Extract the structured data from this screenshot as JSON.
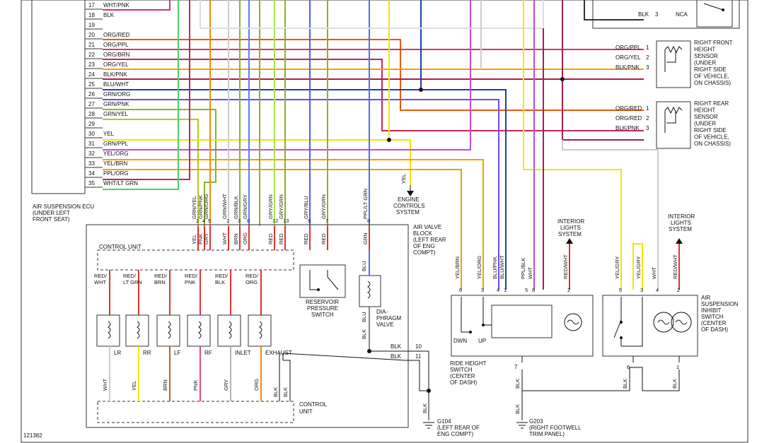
{
  "ecu": {
    "label_lines": [
      "AIR SUSPENSION ECU",
      "(UNDER LEFT",
      "FRONT SEAT)"
    ],
    "pins": [
      {
        "num": "17",
        "wire": "WHT/PNK",
        "color": "#d6336c"
      },
      {
        "num": "18",
        "wire": "BLK",
        "color": "#333333"
      },
      {
        "num": "19",
        "wire": "",
        "color": "#cccccc"
      },
      {
        "num": "20",
        "wire": "ORG/RED",
        "color": "#e8590c"
      },
      {
        "num": "21",
        "wire": "ORG/PPL",
        "color": "#d6336c"
      },
      {
        "num": "22",
        "wire": "ORG/BRN",
        "color": "#c2255c"
      },
      {
        "num": "23",
        "wire": "ORG/YEL",
        "color": "#f59f00"
      },
      {
        "num": "24",
        "wire": "BLK/PNK",
        "color": "#a61e4d"
      },
      {
        "num": "25",
        "wire": "BLU/WHT",
        "color": "#1c3faa"
      },
      {
        "num": "26",
        "wire": "GRN/ORG",
        "color": "#7048e8"
      },
      {
        "num": "27",
        "wire": "GRN/PNK",
        "color": "#8ab326"
      },
      {
        "num": "28",
        "wire": "GRN/YEL",
        "color": "#b7c90f"
      },
      {
        "num": "29",
        "wire": "",
        "color": "#cccccc"
      },
      {
        "num": "30",
        "wire": "YEL",
        "color": "#f2e600"
      },
      {
        "num": "31",
        "wire": "GRN/PPL",
        "color": "#be4bdb"
      },
      {
        "num": "32",
        "wire": "YEL/ORG",
        "color": "#f59f00"
      },
      {
        "num": "33",
        "wire": "YEL/BRN",
        "color": "#e8a400"
      },
      {
        "num": "34",
        "wire": "PPL/ORG",
        "color": "#c2255c"
      },
      {
        "num": "35",
        "wire": "WHT/LT GRN",
        "color": "#51cf66"
      }
    ]
  },
  "valve_block": {
    "label_lines": [
      "AIR VALVE",
      "BLOCK",
      "(LEFT REAR",
      "OF ENG",
      "COMPT)"
    ],
    "control_unit_top": "CONTROL UNIT",
    "control_unit_bottom": [
      "CONTROL",
      "UNIT"
    ],
    "top_pins": [
      {
        "num": "2",
        "wire": "GRN/YEL",
        "short": "YEL"
      },
      {
        "num": "4",
        "wire": "GRN/PNK",
        "short": "PNK"
      },
      {
        "num": "5",
        "wire": "GRN/ORG",
        "short": "GRY"
      },
      {
        "num": "1",
        "wire": "GRN/WHT",
        "short": "WHT"
      },
      {
        "num": "3",
        "wire": "GRN/BLK",
        "short": "BRN"
      },
      {
        "num": "6",
        "wire": "GRN/GRY",
        "short": "ORG"
      },
      {
        "num": "12",
        "wire": "GRY/GRN",
        "short": "RED"
      },
      {
        "num": "13",
        "wire": "GRY/GRN",
        "short": "RED"
      },
      {
        "num": "9",
        "wire": "GRY/BLU",
        "short": "RED"
      },
      {
        "num": "7",
        "wire": "GRY/GRN",
        "short": "RED"
      },
      {
        "num": "8",
        "wire": "PPL/LT GRN",
        "short": "GRN"
      }
    ],
    "valves": [
      {
        "upper": [
          "RED/",
          "WHT"
        ],
        "name": "LR",
        "lower": "WHT"
      },
      {
        "upper": [
          "RED/",
          "LT GRN"
        ],
        "name": "RR",
        "lower": "YEL"
      },
      {
        "upper": [
          "RED/",
          "BRN"
        ],
        "name": "LF",
        "lower": "BRN"
      },
      {
        "upper": [
          "RED/",
          "PNK"
        ],
        "name": "RF",
        "lower": "PNK"
      },
      {
        "upper": [
          "RED/",
          "BLK"
        ],
        "name": "INLET",
        "lower": "GRY"
      },
      {
        "upper": [
          "RED/",
          "ORG"
        ],
        "name": "EXHAUST",
        "lower": "ORG"
      }
    ],
    "reservoir_label": [
      "RESERVOIR",
      "PRESSURE",
      "SWITCH"
    ],
    "diaphragm_label": [
      "DIA-",
      "PHRAGM",
      "VALVE"
    ],
    "diaphragm_wires": [
      "BLU",
      "BLU",
      "BLK"
    ],
    "out_pins": [
      {
        "num": "10",
        "wire": "BLK"
      },
      {
        "num": "11",
        "wire": "BLK"
      }
    ],
    "bottom_blk": [
      "BLK",
      "BLK"
    ]
  },
  "engine_controls": {
    "wire": "YEL",
    "label_lines": [
      "ENGINE",
      "CONTROLS",
      "SYSTEM"
    ]
  },
  "sensors": [
    {
      "label_lines": [
        "RIGHT FRONT",
        "HEIGHT",
        "SENSOR",
        "(UNDER",
        "RIGHT SIDE",
        "OF VEHICLE,",
        "ON CHASSIS)"
      ],
      "pins": [
        {
          "wire": "ORG/PPL",
          "num": "1"
        },
        {
          "wire": "ORG/YEL",
          "num": "2"
        },
        {
          "wire": "BLK/PNK",
          "num": "3"
        }
      ]
    },
    {
      "label_lines": [
        "RIGHT REAR",
        "HEIGHT",
        "SENSOR",
        "(UNDER",
        "RIGHT SIDE",
        "OF VEHICLE,",
        "ON CHASSIS)"
      ],
      "pins": [
        {
          "wire": "ORG/RED",
          "num": "1"
        },
        {
          "wire": "ORG/RED",
          "num": "2"
        },
        {
          "wire": "BLK/PNK",
          "num": "3"
        }
      ]
    }
  ],
  "top_right": {
    "wire": "BLK",
    "num": "3",
    "label": "NCA"
  },
  "ride_switch": {
    "label_lines": [
      "RIDE HEIGHT",
      "SWITCH",
      "(CENTER",
      "OF DASH)"
    ],
    "pins": [
      {
        "wire": "YEL/BRN",
        "num": "6"
      },
      {
        "wire": "YEL/ORG",
        "num": "3"
      },
      {
        "wire": "BLU/PNK",
        "num": "4"
      },
      {
        "wire": "BLU/WHT",
        "num": "1"
      },
      {
        "wire": "PPL/BLK",
        "num": "5"
      },
      {
        "wire": "WHT",
        "num": "8"
      },
      {
        "wire": "RED/WHT",
        "num": "2"
      }
    ],
    "positions": [
      "DWN",
      "UP"
    ],
    "ground_pin": "7",
    "ground_wire": [
      "BLK",
      "BLK"
    ]
  },
  "inhibit_switch": {
    "label_lines": [
      "AIR",
      "SUSPENSION",
      "INHIBIT",
      "SWITCH",
      "(CENTER",
      "OF DASH)"
    ],
    "pins": [
      {
        "wire": "YEL/GRY",
        "num": "5"
      },
      {
        "wire": "YEL/GRY",
        "num": "3"
      },
      {
        "wire": "WHT",
        "num": "4"
      },
      {
        "wire": "RED/WHT",
        "num": "2"
      }
    ],
    "bottom_pins": [
      {
        "wire": "BLK",
        "num": "6"
      },
      {
        "wire": "BLK",
        "num": "1"
      }
    ]
  },
  "interior_lights_1": [
    "INTERIOR",
    "LIGHTS",
    "SYSTEM"
  ],
  "interior_lights_2": [
    "INTERIOR",
    "LIGHTS",
    "SYSTEM"
  ],
  "grounds": [
    {
      "name": "G104",
      "lines": [
        "(LEFT REAR OF",
        "ENG COMPT)"
      ]
    },
    {
      "name": "G203",
      "lines": [
        "(RIGHT FOOTWELL",
        "TRIM PANEL)"
      ]
    }
  ],
  "diagram_id": "121382"
}
